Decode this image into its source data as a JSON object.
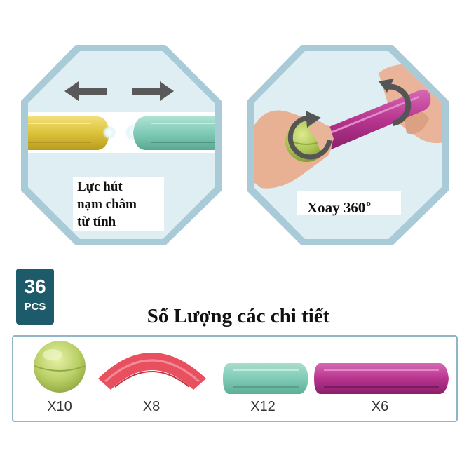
{
  "panels": {
    "magnet": {
      "label_lines": [
        "Lực hút",
        "nạm châm",
        "từ tính"
      ]
    },
    "rotate": {
      "label": "Xoay 360",
      "label_sup": "o"
    }
  },
  "badge": {
    "count": "36",
    "unit": "PCS"
  },
  "heading": "Số Lượng các chi tiết",
  "parts": [
    {
      "name": "ball",
      "quantity": "X10",
      "color": "#b9cf66"
    },
    {
      "name": "curved-rod",
      "quantity": "X8",
      "color": "#e8505f"
    },
    {
      "name": "short-rod",
      "quantity": "X12",
      "color": "#7fcbb6"
    },
    {
      "name": "long-rod",
      "quantity": "X6",
      "color": "#b8358f"
    }
  ],
  "colors": {
    "frame": "#a9cbd7",
    "badge": "#1d5b6a",
    "border": "#8eb6c4"
  }
}
